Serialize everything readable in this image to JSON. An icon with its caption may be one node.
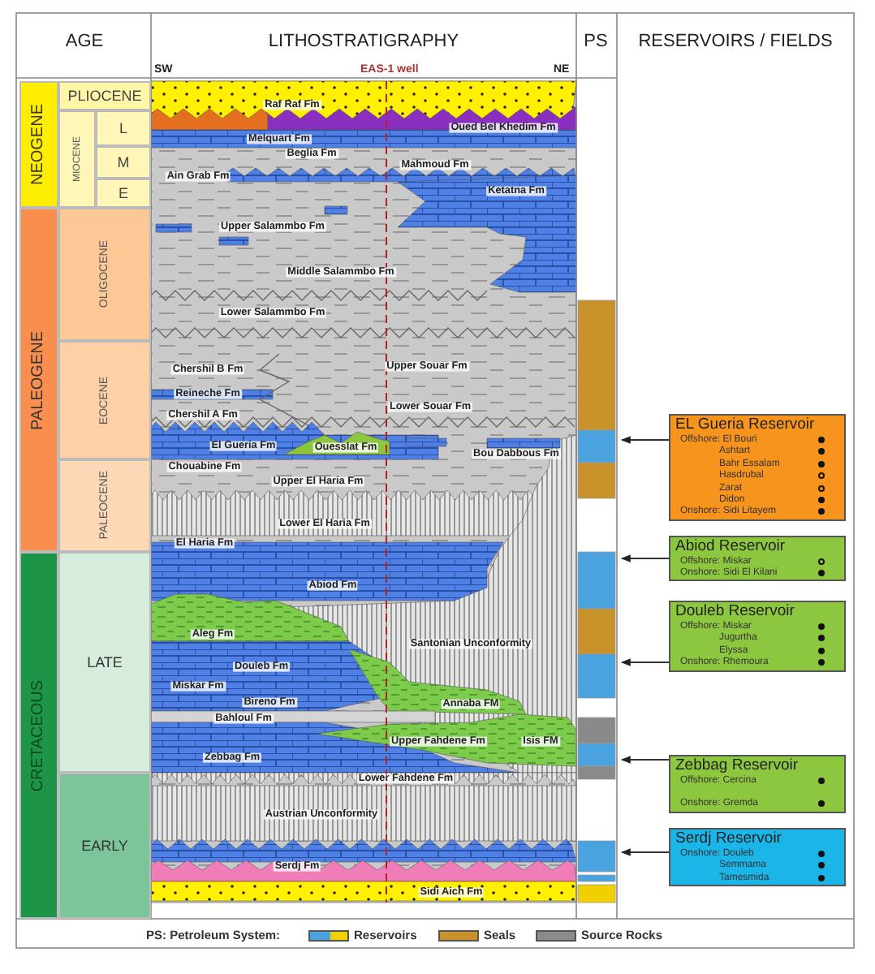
{
  "diagram": {
    "nodes": [
      {
        "text": [
          "EL Gueria Reservoir",
          "Offshore: El Bouri",
          "Ashtart",
          "Bahr Essalam",
          "Hasdrubal",
          "Zarat",
          "Didon",
          "Onshore: Sidi Litayem"
        ]
      },
      {
        "text": [
          "Abiod Reservoir",
          "Offshore: Miskar",
          "Onshore: Sidi El Kilani"
        ]
      },
      {
        "text": [
          "Douleb Reservoir",
          "Offshore: Miskar",
          "Jugurtha",
          "Elyssa",
          "Onshore: Rhemoura"
        ]
      },
      {
        "text": [
          "Zebbag Reservoir",
          "Offshore: Cercina",
          "Onshore: Gremda"
        ]
      },
      {
        "text": [
          "Serdj Reservoir",
          "Onshore: Douleb",
          "Semmama",
          "Tamesmida"
        ]
      }
    ],
    "edges": [
      {
        "from": 0,
        "to": null,
        "arrow": "to"
      },
      {
        "from": 1,
        "to": null,
        "arrow": "to"
      },
      {
        "from": 2,
        "to": null,
        "arrow": "to"
      },
      {
        "from": 3,
        "to": null,
        "arrow": "to"
      },
      {
        "from": 4,
        "to": null,
        "arrow": "to"
      }
    ],
    "labels": [
      "AGE",
      "LITHOSTRATIGRAPHY",
      "PS",
      "RESERVOIRS / FIELDS",
      "SW",
      "EAS-1 well",
      "NE",
      "NEOGENE",
      "PLIOCENE",
      "MIOCENE",
      "L",
      "M",
      "E",
      "PALEOGENE",
      "OLIGOCENE",
      "EOCENE",
      "PALEOCENE",
      "CRETACEOUS",
      "LATE",
      "EARLY",
      "Raf Raf Fm",
      "Oued Bel Khedim Fm",
      "Melquart Fm",
      "Beglia Fm",
      "Mahmoud Fm",
      "Ain Grab Fm",
      "Ketatna Fm",
      "Upper Salammbo Fm",
      "Middle Salammbo Fm",
      "Lower Salammbo Fm",
      "Chershil B Fm",
      "Upper Souar Fm",
      "Reineche Fm",
      "Lower Souar Fm",
      "Chershil A Fm",
      "El Gueria Fm",
      "Ouesslat Fm",
      "Bou Dabbous Fm",
      "Chouabine Fm",
      "Upper El Haria Fm",
      "Lower El Haria Fm",
      "El Haria Fm",
      "Abiod Fm",
      "Aleg Fm",
      "Santonian Unconformity",
      "Douleb Fm",
      "Miskar Fm",
      "Bireno Fm",
      "Annaba FM",
      "Bahloul Fm",
      "Upper Fahdene Fm",
      "Isis FM",
      "Zebbag Fm",
      "Lower Fahdene Fm",
      "Austrian Unconformity",
      "Serdj Fm",
      "Sidi Aich Fm",
      "PS: Petroleum System:"
    ],
    "legend": [
      {
        "text": "Reservoirs",
        "color": "#4aa3df"
      },
      {
        "text": "Seals",
        "color": "#c8922a"
      },
      {
        "text": "Source Rocks",
        "color": "#8a8a8a"
      }
    ]
  }
}
